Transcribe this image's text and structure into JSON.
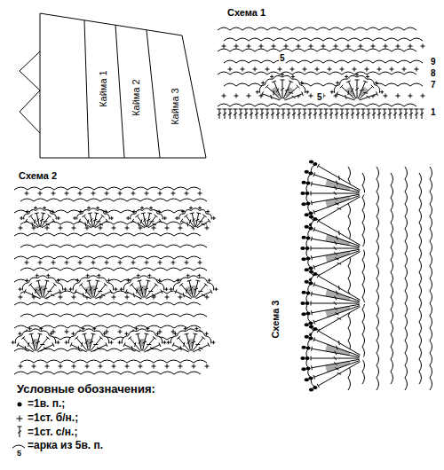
{
  "diagram": {
    "nodes": [
      {
        "text": [
          "Кайма 1"
        ]
      },
      {
        "text": [
          "Кайма 2"
        ]
      },
      {
        "text": [
          "Кайма 3"
        ]
      }
    ],
    "labels": [
      "Схема 1",
      "9",
      "8",
      "7",
      "1",
      "5",
      "5",
      "Схема 2",
      "Схема 3",
      "Условные обозначения:",
      "5"
    ],
    "legend": [
      {
        "text": "=1в. п.;"
      },
      {
        "text": "=1ст. б/н.;"
      },
      {
        "text": "=1ст. с/н.;"
      },
      {
        "text": "=арка из 5в. п."
      }
    ]
  }
}
